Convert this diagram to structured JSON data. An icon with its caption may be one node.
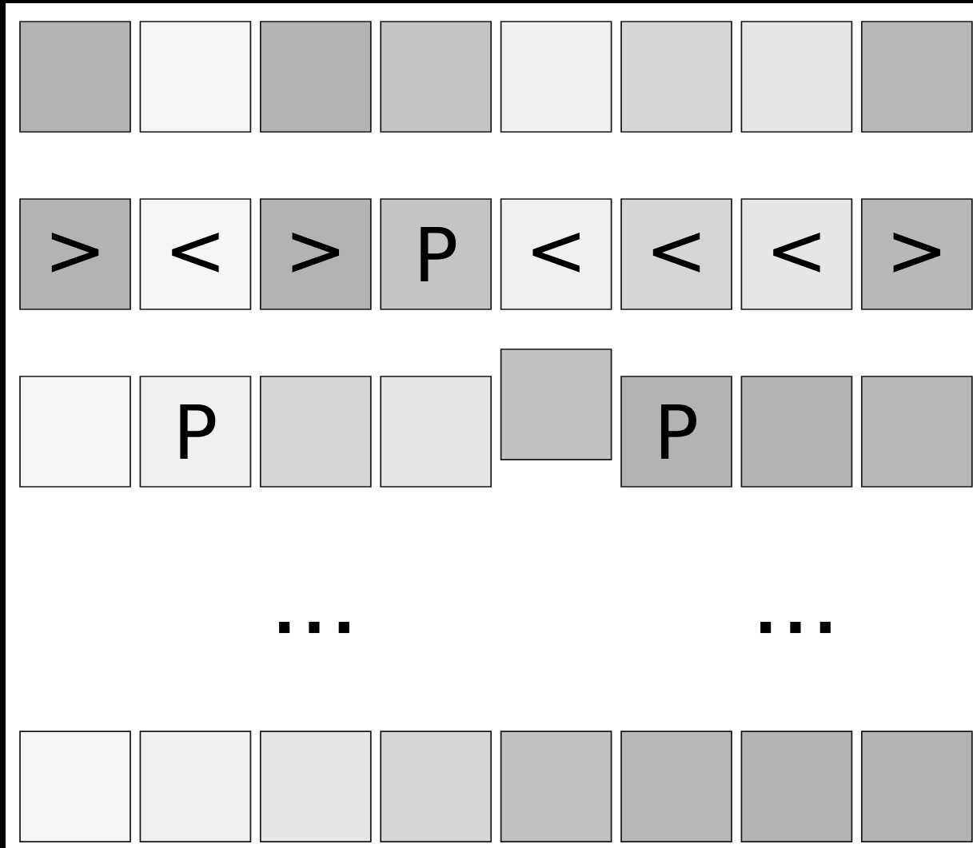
{
  "diagram": {
    "nodes": [
      {
        "text": [],
        "shape": "box"
      },
      {
        "text": [],
        "shape": "box"
      },
      {
        "text": [],
        "shape": "box"
      },
      {
        "text": [],
        "shape": "box"
      },
      {
        "text": [],
        "shape": "box"
      },
      {
        "text": [],
        "shape": "box"
      },
      {
        "text": [],
        "shape": "box"
      },
      {
        "text": [],
        "shape": "box"
      },
      {
        "text": [
          ">"
        ]
      },
      {
        "text": [
          "<"
        ]
      },
      {
        "text": [
          ">"
        ]
      },
      {
        "text": [
          "P"
        ]
      },
      {
        "text": [
          "<"
        ]
      },
      {
        "text": [
          "<"
        ]
      },
      {
        "text": [
          "<"
        ]
      },
      {
        "text": [
          ">"
        ]
      },
      {
        "text": [],
        "shape": "box"
      },
      {
        "text": [
          "P"
        ]
      },
      {
        "text": [],
        "shape": "box"
      },
      {
        "text": [],
        "shape": "box"
      },
      {
        "text": [],
        "shape": "box"
      },
      {
        "text": [
          "P"
        ]
      },
      {
        "text": [],
        "shape": "box"
      },
      {
        "text": [],
        "shape": "box"
      },
      {
        "text": [],
        "shape": "box"
      },
      {
        "text": [],
        "shape": "box"
      },
      {
        "text": [],
        "shape": "box"
      },
      {
        "text": [],
        "shape": "box"
      },
      {
        "text": [],
        "shape": "box"
      },
      {
        "text": [],
        "shape": "box"
      },
      {
        "text": [],
        "shape": "box"
      },
      {
        "text": [],
        "shape": "box"
      }
    ],
    "labels": [
      "...",
      "..."
    ]
  }
}
